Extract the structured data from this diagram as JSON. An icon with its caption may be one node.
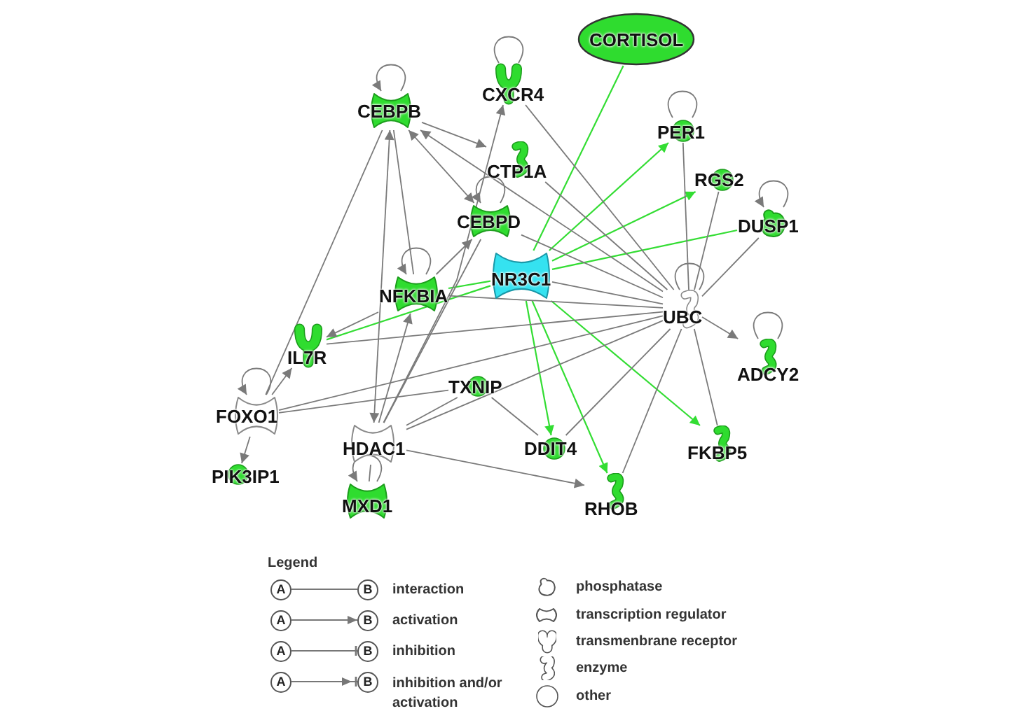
{
  "diagram": {
    "nodes": [
      {
        "text": [
          "CORTISOL"
        ]
      },
      {
        "text": [
          "CXCR4"
        ]
      },
      {
        "text": [
          "CEBPB"
        ]
      },
      {
        "text": [
          "PER1"
        ]
      },
      {
        "text": [
          "CTP1A"
        ]
      },
      {
        "text": [
          "RGS2"
        ]
      },
      {
        "text": [
          "CEBPD"
        ]
      },
      {
        "text": [
          "DUSP1"
        ]
      },
      {
        "text": [
          "NR3C1"
        ]
      },
      {
        "text": [
          "NFKBIA"
        ]
      },
      {
        "text": [
          "UBC"
        ]
      },
      {
        "text": [
          "IL7R"
        ]
      },
      {
        "text": [
          "ADCY2"
        ]
      },
      {
        "text": [
          "TXNIP"
        ]
      },
      {
        "text": [
          "FOXO1"
        ]
      },
      {
        "text": [
          "HDAC1"
        ]
      },
      {
        "text": [
          "DDIT4"
        ]
      },
      {
        "text": [
          "FKBP5"
        ]
      },
      {
        "text": [
          "PIK3IP1"
        ]
      },
      {
        "text": [
          "MXD1"
        ]
      },
      {
        "text": [
          "RHOB"
        ]
      }
    ],
    "edges": [
      {
        "from": 0,
        "to": 8,
        "arrow": "none",
        "color": "#33dd33"
      },
      {
        "from": 8,
        "to": 3,
        "arrow": "to",
        "color": "#33dd33"
      },
      {
        "from": 8,
        "to": 5,
        "arrow": "to",
        "color": "#33dd33"
      },
      {
        "from": 8,
        "to": 7,
        "arrow": "none",
        "color": "#33dd33"
      },
      {
        "from": 8,
        "to": 9,
        "arrow": "none",
        "color": "#33dd33"
      },
      {
        "from": 8,
        "to": 11,
        "arrow": "none",
        "color": "#33dd33"
      },
      {
        "from": 8,
        "to": 16,
        "arrow": "to",
        "color": "#33dd33"
      },
      {
        "from": 8,
        "to": 20,
        "arrow": "to",
        "color": "#33dd33"
      },
      {
        "from": 8,
        "to": 17,
        "arrow": "to",
        "color": "#33dd33"
      },
      {
        "from": 2,
        "to": 2,
        "arrow": "to"
      },
      {
        "from": 1,
        "to": 1,
        "arrow": "none"
      },
      {
        "from": 3,
        "to": 3,
        "arrow": "none"
      },
      {
        "from": 6,
        "to": 6,
        "arrow": "to"
      },
      {
        "from": 7,
        "to": 7,
        "arrow": "to"
      },
      {
        "from": 9,
        "to": 9,
        "arrow": "to"
      },
      {
        "from": 10,
        "to": 10,
        "arrow": "none"
      },
      {
        "from": 12,
        "to": 12,
        "arrow": "none"
      },
      {
        "from": 14,
        "to": 14,
        "arrow": "to"
      },
      {
        "from": 19,
        "to": 19,
        "arrow": "to"
      },
      {
        "from": 2,
        "to": 4,
        "arrow": "to"
      },
      {
        "from": 2,
        "to": 6,
        "arrow": "both"
      },
      {
        "from": 10,
        "to": 2,
        "arrow": "to"
      },
      {
        "from": 2,
        "to": 14,
        "arrow": "none"
      },
      {
        "from": 2,
        "to": 15,
        "arrow": "both"
      },
      {
        "from": 2,
        "to": 9,
        "arrow": "none"
      },
      {
        "from": 15,
        "to": 9,
        "arrow": "to"
      },
      {
        "from": 15,
        "to": 1,
        "arrow": "to"
      },
      {
        "from": 9,
        "to": 6,
        "arrow": "to"
      },
      {
        "from": 15,
        "to": 6,
        "arrow": "none"
      },
      {
        "from": 9,
        "to": 11,
        "arrow": "to"
      },
      {
        "from": 14,
        "to": 11,
        "arrow": "to"
      },
      {
        "from": 14,
        "to": 18,
        "arrow": "to"
      },
      {
        "from": 14,
        "to": 13,
        "arrow": "none"
      },
      {
        "from": 14,
        "to": 10,
        "arrow": "none"
      },
      {
        "from": 15,
        "to": 13,
        "arrow": "none"
      },
      {
        "from": 13,
        "to": 16,
        "arrow": "none"
      },
      {
        "from": 15,
        "to": 20,
        "arrow": "to"
      },
      {
        "from": 15,
        "to": 19,
        "arrow": "none"
      },
      {
        "from": 15,
        "to": 10,
        "arrow": "none"
      },
      {
        "from": 11,
        "to": 10,
        "arrow": "none"
      },
      {
        "from": 9,
        "to": 10,
        "arrow": "none"
      },
      {
        "from": 6,
        "to": 10,
        "arrow": "none"
      },
      {
        "from": 4,
        "to": 10,
        "arrow": "none"
      },
      {
        "from": 1,
        "to": 10,
        "arrow": "none"
      },
      {
        "from": 3,
        "to": 10,
        "arrow": "none"
      },
      {
        "from": 5,
        "to": 10,
        "arrow": "none"
      },
      {
        "from": 7,
        "to": 10,
        "arrow": "none"
      },
      {
        "from": 10,
        "to": 12,
        "arrow": "to"
      },
      {
        "from": 10,
        "to": 17,
        "arrow": "none"
      },
      {
        "from": 10,
        "to": 20,
        "arrow": "none"
      },
      {
        "from": 10,
        "to": 16,
        "arrow": "none"
      },
      {
        "from": 8,
        "to": 10,
        "arrow": "none"
      }
    ],
    "labels": [
      "Legend",
      "A",
      "B",
      "A",
      "B",
      "A",
      "B",
      "A",
      "B"
    ],
    "legend": [
      {
        "text": "interaction"
      },
      {
        "text": "activation"
      },
      {
        "text": "inhibition"
      },
      {
        "text": "inhibition and/or activation"
      },
      {
        "text": "phosphatase"
      },
      {
        "text": "transcription regulator"
      },
      {
        "text": "transmenbrane receptor"
      },
      {
        "text": "enzyme"
      },
      {
        "text": "other"
      }
    ]
  }
}
